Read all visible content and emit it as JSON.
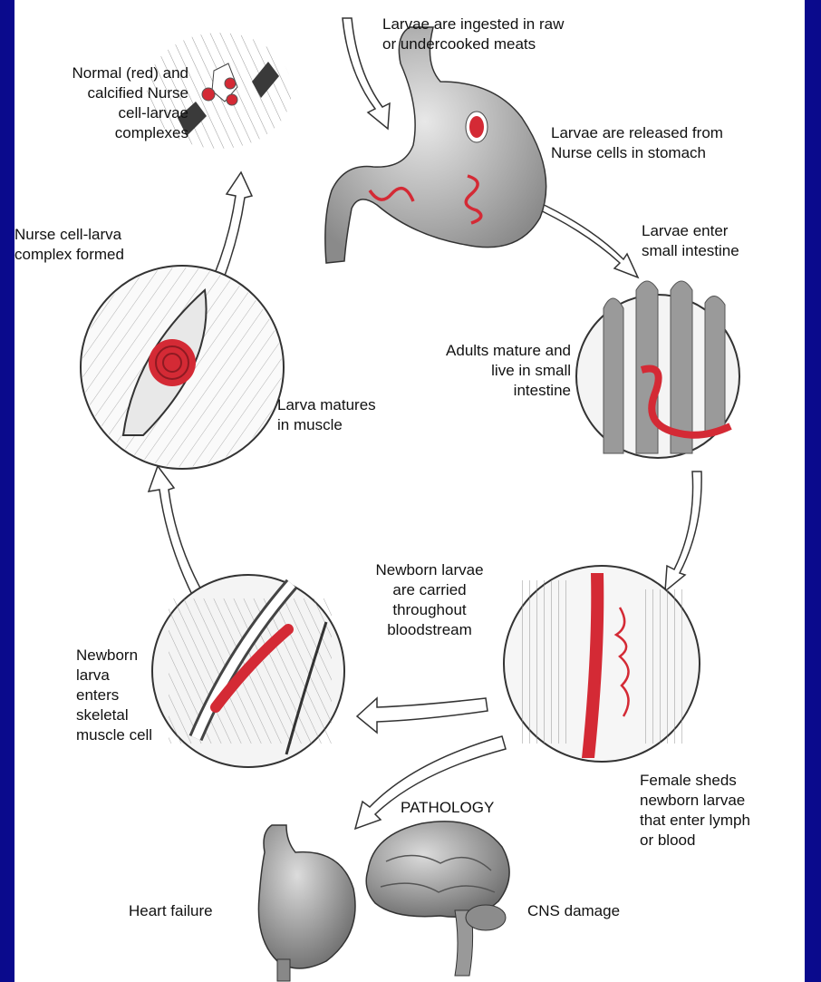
{
  "labels": {
    "normal_calcified": "Normal (red) and\ncalcified Nurse\ncell-larvae\ncomplexes",
    "ingested": "Larvae are ingested in raw\nor undercooked meats",
    "released": "Larvae are released from\nNurse cells in stomach",
    "enter_intestine": "Larvae enter\nsmall intestine",
    "adults_mature": "Adults mature and\nlive in small\nintestine",
    "nurse_formed": "Nurse cell-larva\ncomplex formed",
    "larva_matures": "Larva matures\nin muscle",
    "newborn_carried": "Newborn larvae\nare carried\nthroughout\nbloodstream",
    "newborn_enters": "Newborn\nlarva\nenters\nskeletal\nmuscle cell",
    "female_sheds": "Female sheds\nnewborn larvae\nthat enter lymph\nor blood",
    "pathology": "PATHOLOGY",
    "heart_failure": "Heart failure",
    "cns_damage": "CNS damage"
  },
  "colors": {
    "background": "#1212a8",
    "panel": "#ffffff",
    "larva_red": "#d42a35",
    "tissue_gray": "#9a9a9a",
    "outline": "#333333"
  }
}
